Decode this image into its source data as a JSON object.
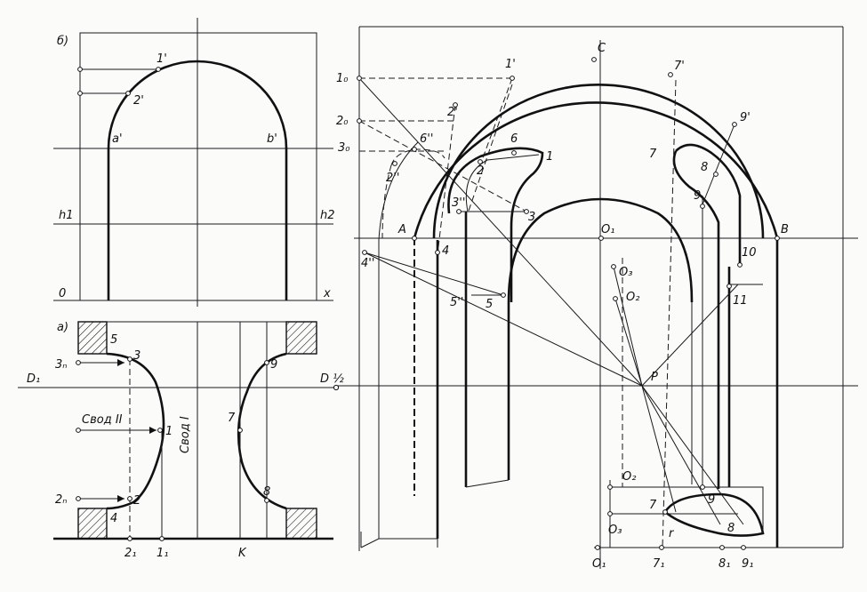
{
  "views": {
    "b": {
      "marker": "б)",
      "labels": {
        "p1": "1'",
        "p2": "2'",
        "a": "a'",
        "b": "b'",
        "h1": "h1",
        "h2": "h2",
        "zero": "0",
        "x": "x"
      }
    },
    "a": {
      "marker": "a)",
      "labels": {
        "p5": "5",
        "p3": "3",
        "p1": "1",
        "p2": "2",
        "p4": "4",
        "p9": "9",
        "p7": "7",
        "p8": "8",
        "s3": "3ₙ",
        "s2": "2ₙ",
        "b2": "2₁",
        "b1": "1₁",
        "k": "K",
        "d1": "D₁",
        "dhalf": "D ½"
      },
      "captions": {
        "vault1": "Свод I",
        "vault2": "Свод II"
      }
    },
    "p": {
      "labels": {
        "t1": "1₀",
        "t2": "2₀",
        "t3": "3₀",
        "p1": "1'",
        "p2": "2'",
        "c": "C",
        "p7a": "7'",
        "p9a": "9'",
        "p6b": "6''",
        "p6": "6",
        "p1b": "1",
        "p2b": "2",
        "p2c": "2''",
        "p3b": "3''",
        "p3": "3",
        "a": "A",
        "p4": "4",
        "p4b": "4''",
        "p5b": "5''",
        "p5": "5",
        "o1": "O₁",
        "o3": "O₃",
        "o2": "O₂",
        "p": "P",
        "b": "B",
        "p10": "10",
        "p11": "11",
        "p7": "7",
        "p8": "8",
        "p9": "9",
        "lo2": "O₂",
        "l7": "7",
        "l9": "9",
        "lo3": "O₃",
        "l8": "8",
        "lr": "r",
        "bo1": "O₁",
        "b7": "7₁",
        "b8": "8₁",
        "b9": "9₁"
      }
    }
  }
}
